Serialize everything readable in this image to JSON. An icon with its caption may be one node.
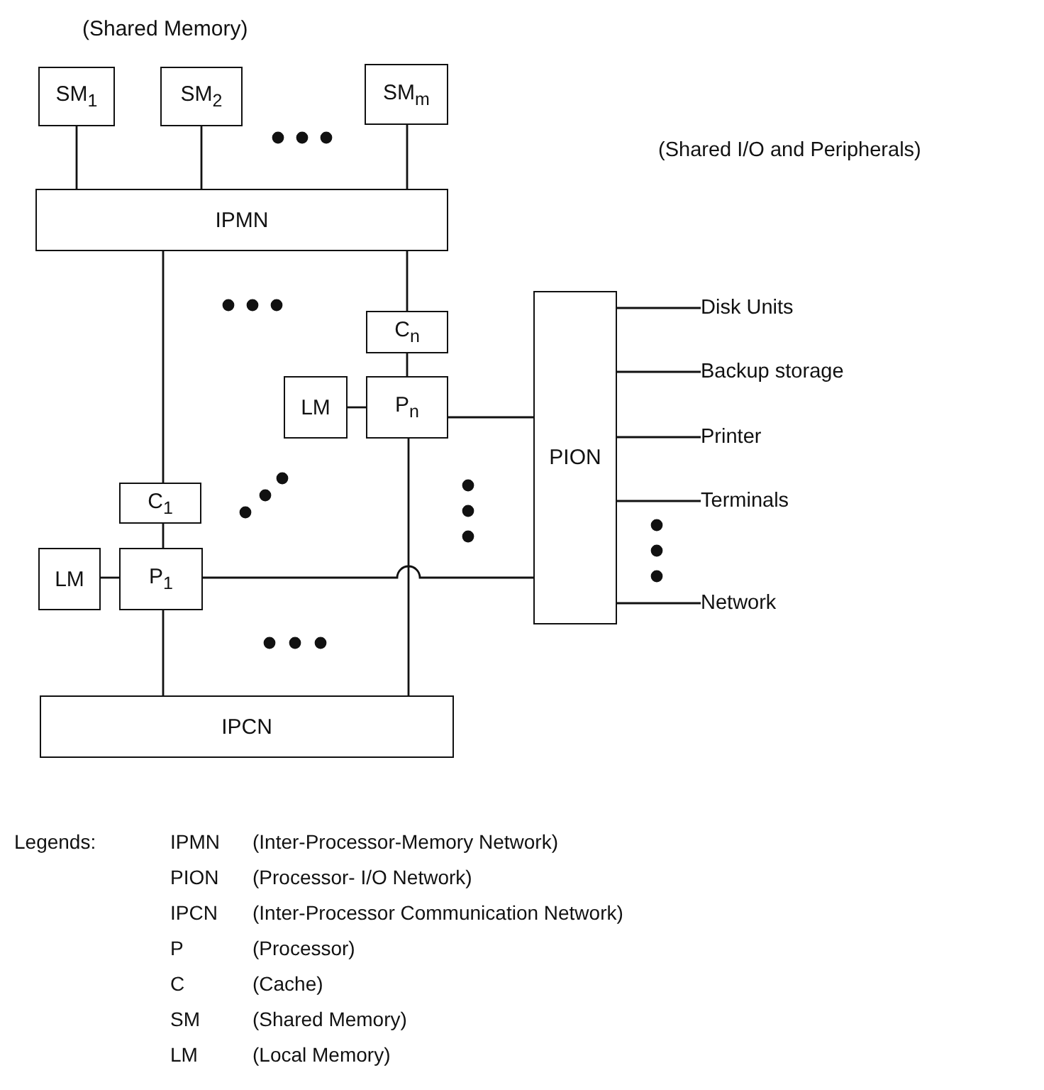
{
  "diagram": {
    "nodes": [
      {
        "text": [
          "SM$_{1}$"
        ]
      },
      {
        "text": [
          "SM$_{2}$"
        ]
      },
      {
        "text": [
          "SM$_{m}$"
        ]
      },
      {
        "text": [
          "IPMN"
        ]
      },
      {
        "text": [
          "C$_{n}$"
        ]
      },
      {
        "text": [
          "LM"
        ]
      },
      {
        "text": [
          "P$_{n}$"
        ]
      },
      {
        "text": [
          "PION"
        ]
      },
      {
        "text": [
          "C$_{1}$"
        ]
      },
      {
        "text": [
          "LM"
        ]
      },
      {
        "text": [
          "P$_{1}$"
        ]
      },
      {
        "text": [
          "IPCN"
        ]
      },
      {
        "text": [
          "Disk Units"
        ]
      },
      {
        "text": [
          "Backup storage"
        ]
      },
      {
        "text": [
          "Printer"
        ]
      },
      {
        "text": [
          "Terminals"
        ]
      },
      {
        "text": [
          "Network"
        ]
      }
    ],
    "edges": [
      {
        "from": 0,
        "to": 3,
        "arrow": "none"
      },
      {
        "from": 1,
        "to": 3,
        "arrow": "none"
      },
      {
        "from": 2,
        "to": 3,
        "arrow": "none"
      },
      {
        "from": 3,
        "to": 4,
        "arrow": "none"
      },
      {
        "from": 4,
        "to": 6,
        "arrow": "none"
      },
      {
        "from": 5,
        "to": 6,
        "arrow": "none"
      },
      {
        "from": 6,
        "to": 7,
        "arrow": "none"
      },
      {
        "from": 6,
        "to": 11,
        "arrow": "none"
      },
      {
        "from": 3,
        "to": 8,
        "arrow": "none"
      },
      {
        "from": 8,
        "to": 10,
        "arrow": "none"
      },
      {
        "from": 9,
        "to": 10,
        "arrow": "none"
      },
      {
        "from": 10,
        "to": 7,
        "arrow": "none"
      },
      {
        "from": 10,
        "to": 11,
        "arrow": "none"
      },
      {
        "from": 7,
        "to": 12,
        "arrow": "none"
      },
      {
        "from": 7,
        "to": 13,
        "arrow": "none"
      },
      {
        "from": 7,
        "to": 14,
        "arrow": "none"
      },
      {
        "from": 7,
        "to": 15,
        "arrow": "none"
      },
      {
        "from": 7,
        "to": 16,
        "arrow": "none"
      }
    ],
    "labels": [
      "(Shared Memory)",
      "(Shared I/O and Peripherals)",
      "Legends:",
      "IPMN",
      "(Inter-Processor-Memory Network)",
      "PION",
      "(Processor- I/O Network)",
      "IPCN",
      "(Inter-Processor Communication Network)",
      "P",
      "(Processor)",
      "C",
      "(Cache)",
      "SM",
      "(Shared Memory)",
      "LM",
      "(Local Memory)"
    ]
  }
}
